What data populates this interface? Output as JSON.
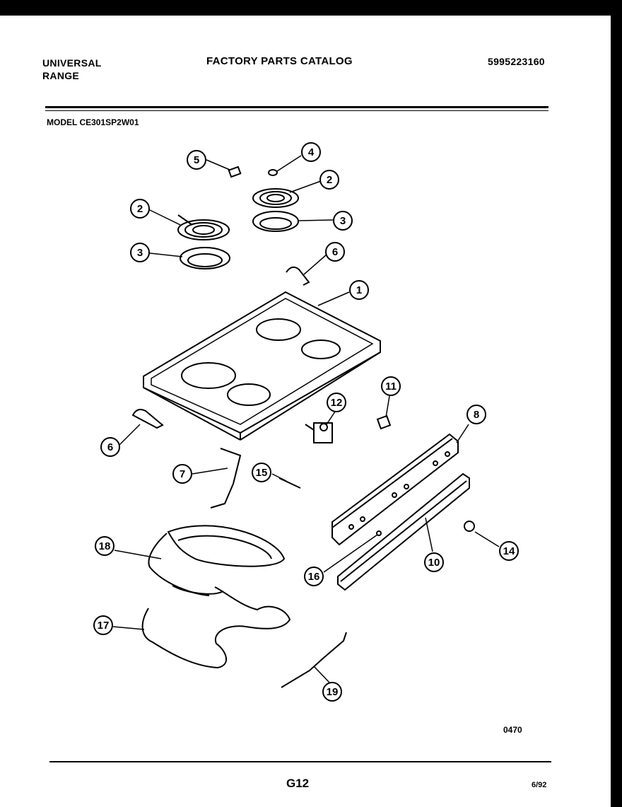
{
  "header": {
    "brand": "UNIVERSAL",
    "product": "RANGE",
    "title": "FACTORY PARTS CATALOG",
    "catalog_number": "5995223160"
  },
  "model": "MODEL CE301SP2W01",
  "footer": {
    "code": "0470",
    "page": "G12",
    "date": "6/92"
  },
  "callouts": [
    "1",
    "2",
    "3",
    "4",
    "5",
    "6",
    "7",
    "8",
    "10",
    "11",
    "12",
    "14",
    "15",
    "16",
    "17",
    "18",
    "19"
  ]
}
